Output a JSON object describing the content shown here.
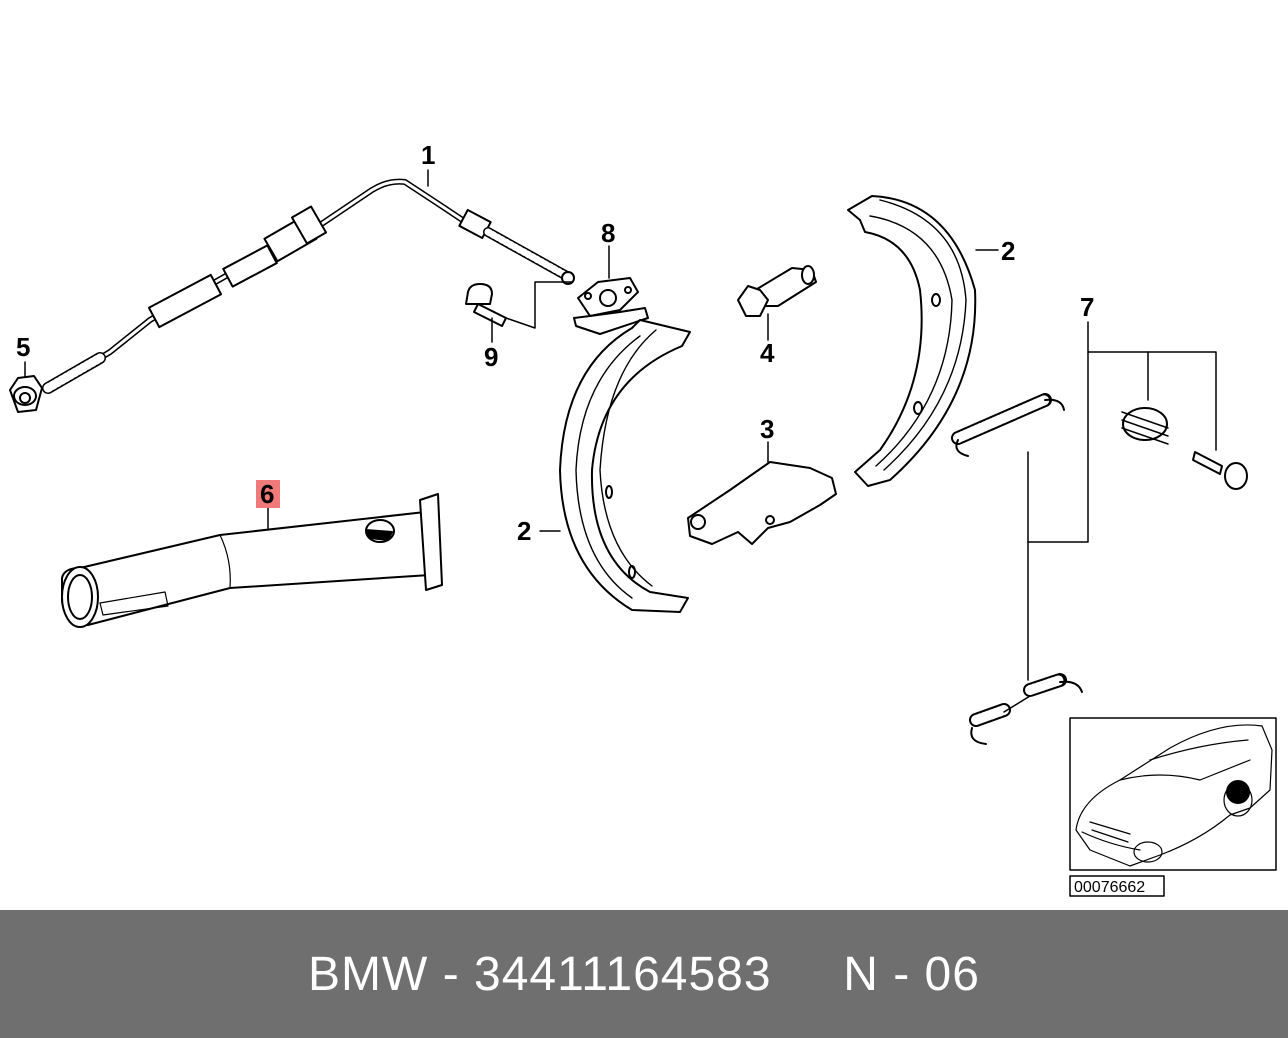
{
  "diagram": {
    "labels": {
      "part_1": "1",
      "part_2_upper": "2",
      "part_2_lower": "2",
      "part_3": "3",
      "part_4": "4",
      "part_5": "5",
      "part_6": "6",
      "part_7": "7",
      "part_8": "8",
      "part_9": "9"
    },
    "highlight_color": "#f07a7a",
    "reference_number": "00076662",
    "inset_icons": [
      "car-icon",
      "wheel-location-marker-icon"
    ]
  },
  "footer": {
    "brand": "BMW",
    "separator": "-",
    "part_number": "34411164583",
    "position_code": "N - 06",
    "background_color": "#6f6f6f"
  }
}
